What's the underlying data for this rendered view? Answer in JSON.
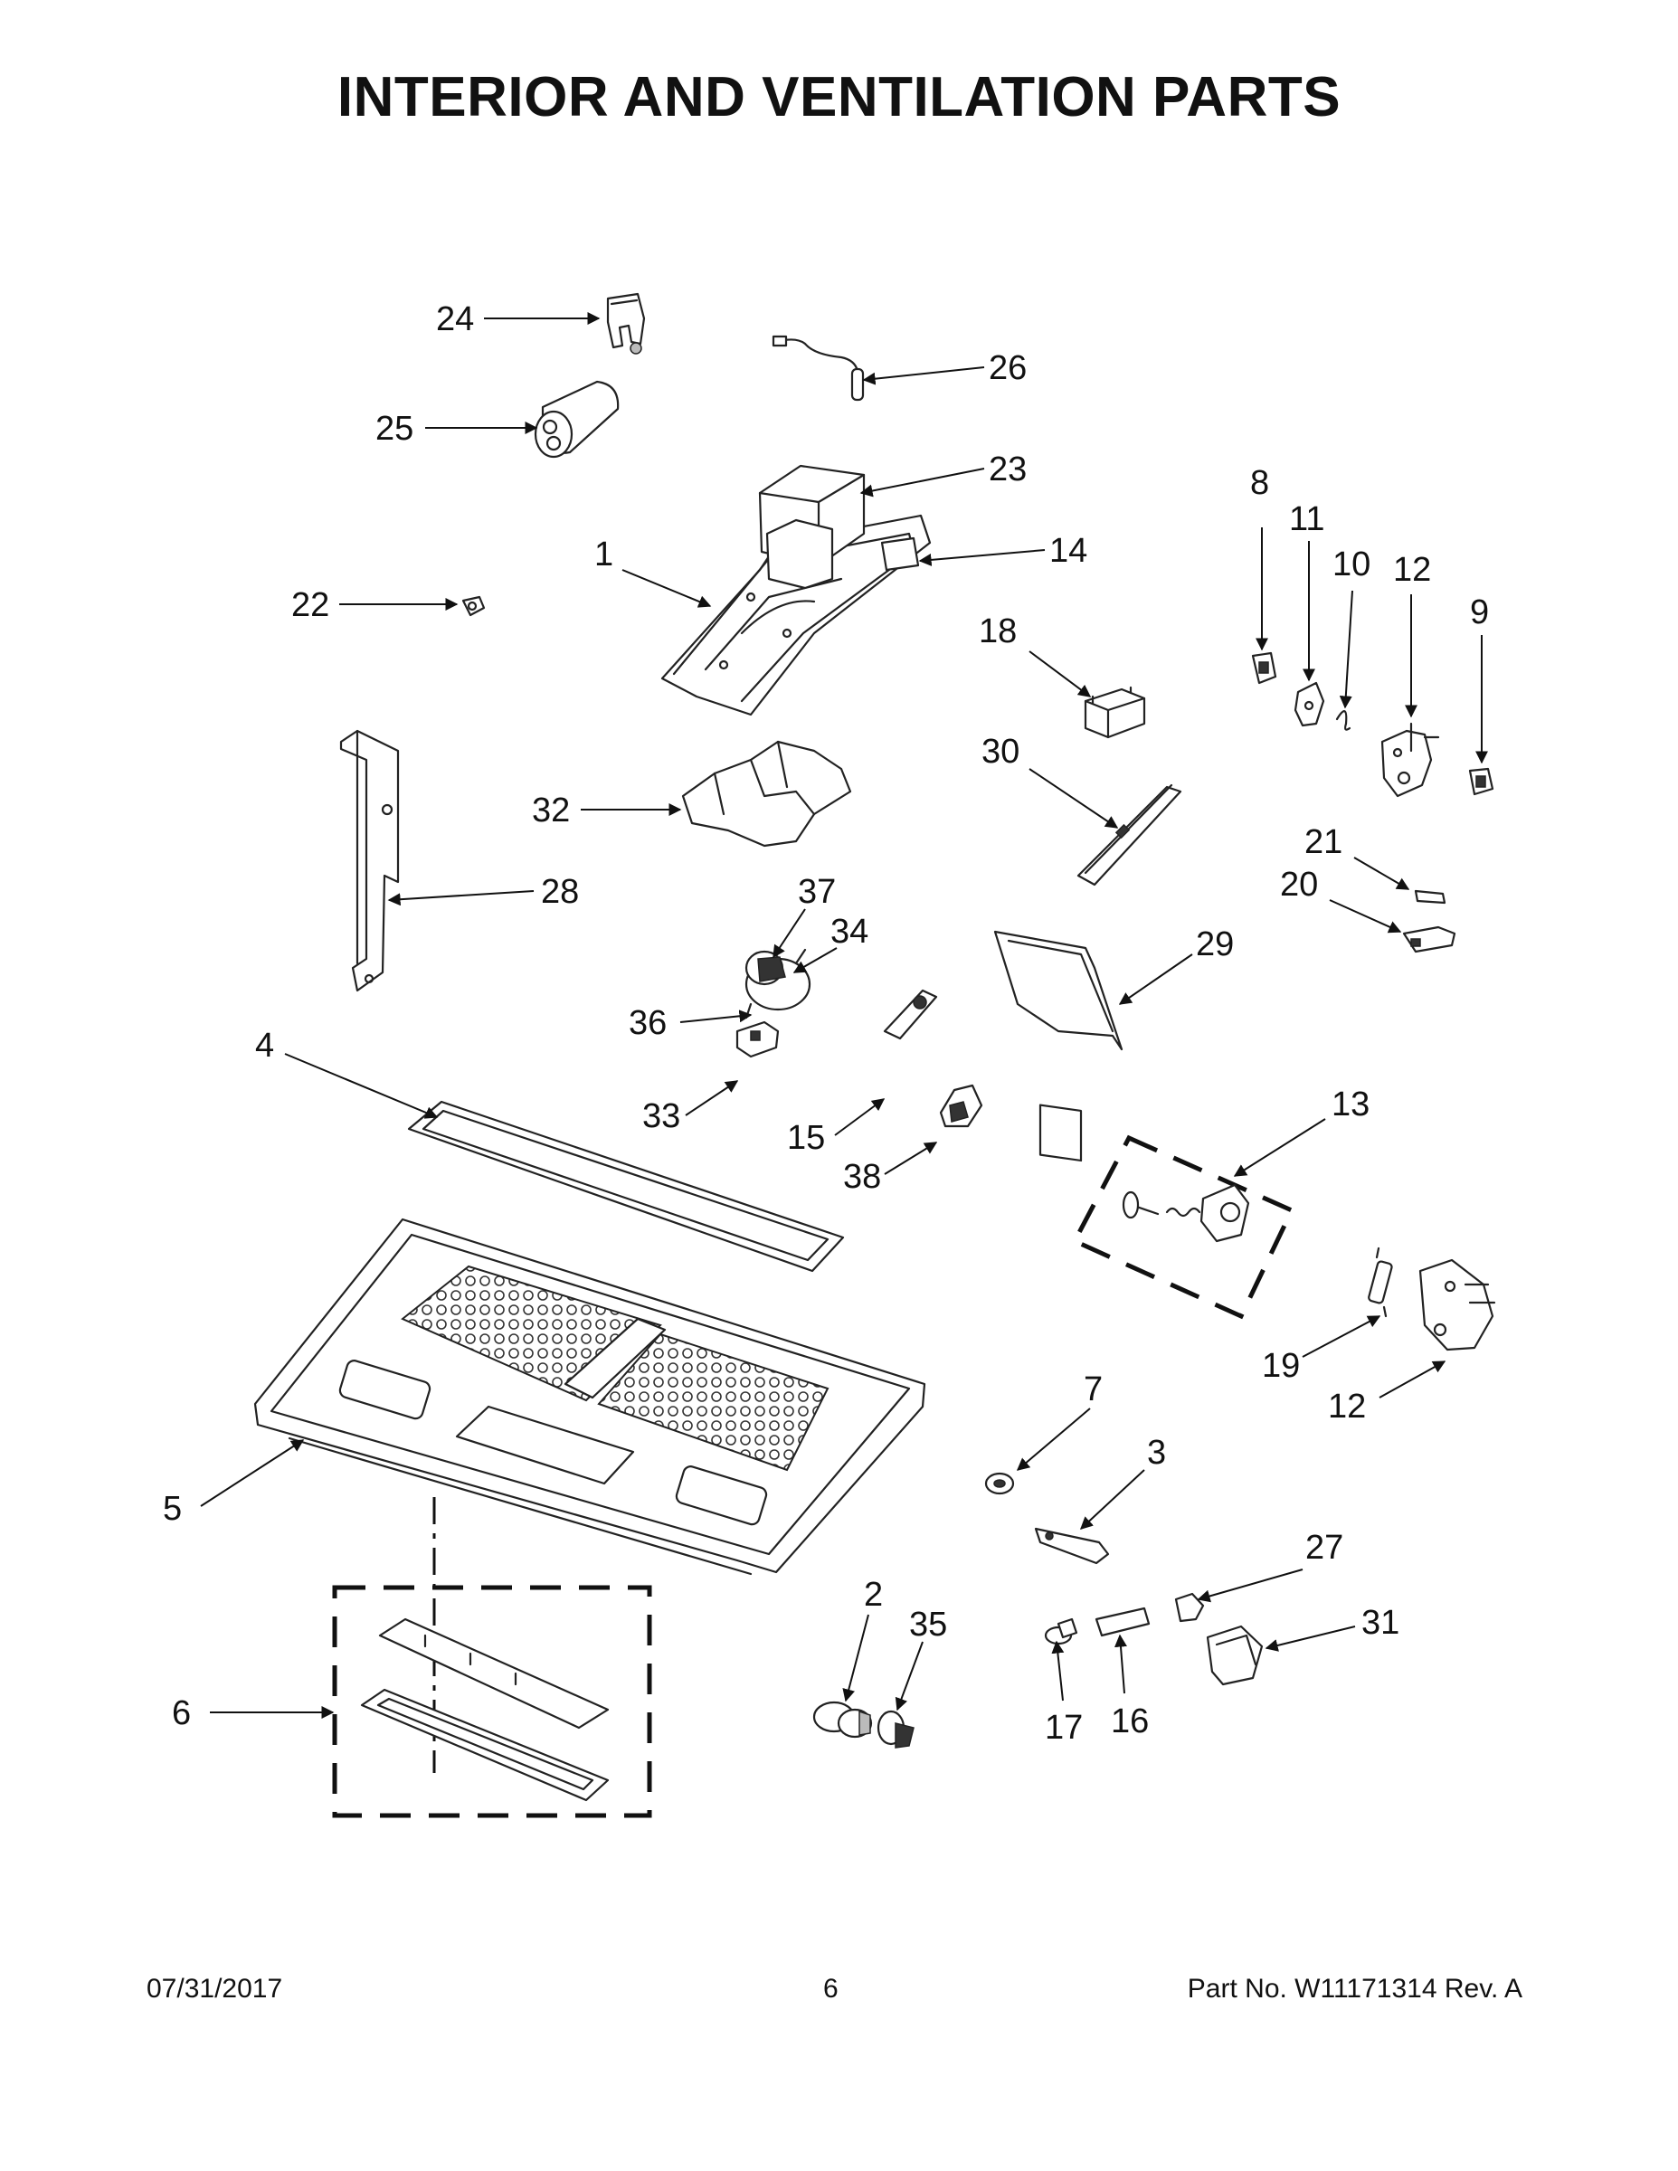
{
  "title": "INTERIOR AND VENTILATION PARTS",
  "footer": {
    "date": "07/31/2017",
    "page": "6",
    "part": "Part No.  W11171314  Rev.  A"
  },
  "callouts": {
    "c1": "1",
    "c2": "2",
    "c3": "3",
    "c4": "4",
    "c5": "5",
    "c6": "6",
    "c7": "7",
    "c8": "8",
    "c9": "9",
    "c10": "10",
    "c11": "11",
    "c12a": "12",
    "c12b": "12",
    "c13": "13",
    "c14": "14",
    "c15": "15",
    "c16": "16",
    "c17": "17",
    "c18": "18",
    "c19": "19",
    "c20": "20",
    "c21": "21",
    "c22": "22",
    "c23": "23",
    "c24": "24",
    "c25": "25",
    "c26": "26",
    "c27": "27",
    "c28": "28",
    "c29": "29",
    "c30": "30",
    "c31": "31",
    "c32": "32",
    "c33": "33",
    "c34": "34",
    "c35": "35",
    "c36": "36",
    "c37": "37",
    "c38": "38"
  }
}
